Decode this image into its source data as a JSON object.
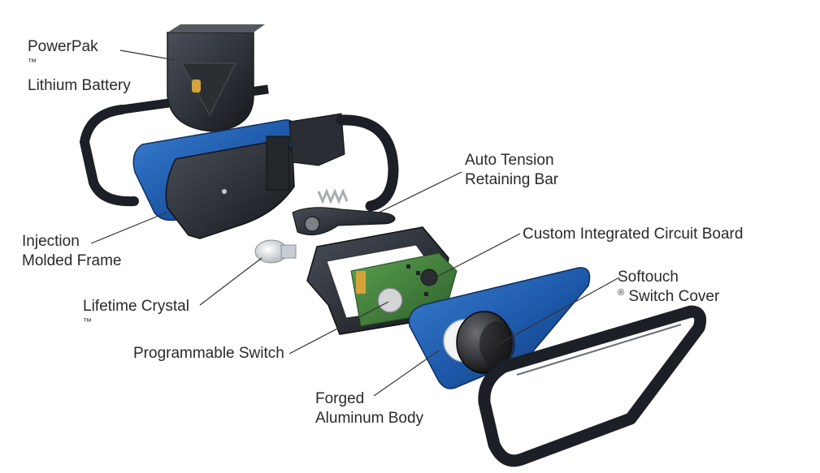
{
  "callouts": {
    "battery": {
      "line1": "PowerPak",
      "mark1": "™",
      "line2": "Lithium Battery"
    },
    "frame": {
      "line1": "Injection",
      "line2": "Molded Frame"
    },
    "crystal": {
      "line1": "Lifetime Crystal",
      "mark1": "™"
    },
    "switch": {
      "line1": "Programmable Switch"
    },
    "retaining": {
      "line1": "Auto Tension",
      "line2": "Retaining Bar"
    },
    "circuit": {
      "line1": "Custom Integrated Circuit Board"
    },
    "cover": {
      "line1": "Softouch",
      "mark1": "®",
      "line2": " Switch Cover"
    },
    "body": {
      "line1": "Forged",
      "line2": "Aluminum Body"
    }
  },
  "colors": {
    "text": "#2a2a2a",
    "leader": "#333333",
    "anodized_blue": "#1d57a8",
    "frame_black": "#1c1f25",
    "battery_gray": "#3b3e44",
    "circuit_green": "#3f7d3a",
    "gold_contact": "#d4a33b"
  }
}
